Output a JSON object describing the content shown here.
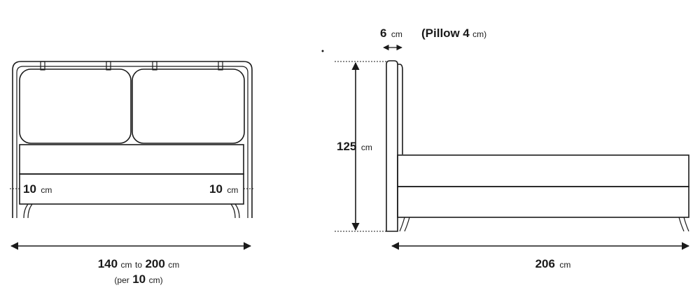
{
  "front_view": {
    "width_min_value": "140",
    "width_min_unit": "cm",
    "width_to_word": "to",
    "width_max_value": "200",
    "width_max_unit": "cm",
    "width_step_prefix": "(per",
    "width_step_value": "10",
    "width_step_suffix": "cm)",
    "left_offset_value": "10",
    "left_offset_unit": "cm",
    "right_offset_value": "10",
    "right_offset_unit": "cm"
  },
  "side_view": {
    "headboard_thickness_value": "6",
    "headboard_thickness_unit": "cm",
    "pillow_prefix": "(Pillow",
    "pillow_value": "4",
    "pillow_suffix": "cm)",
    "height_value": "125",
    "height_unit": "cm",
    "length_value": "206",
    "length_unit": "cm"
  },
  "colors": {
    "line": "#1a1a1a",
    "mattress_fill": "#ebebeb",
    "background": "#ffffff"
  }
}
